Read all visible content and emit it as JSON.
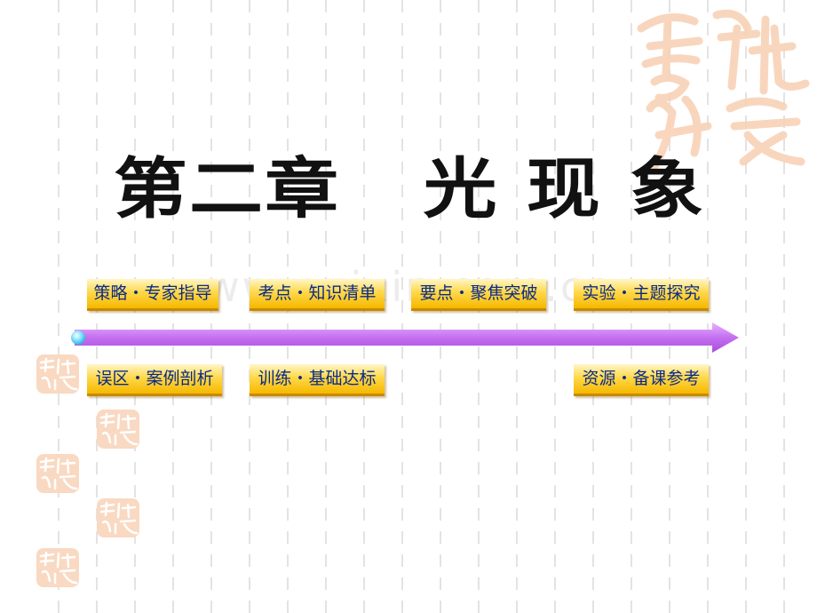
{
  "slide": {
    "title": "第二章   光 现 象",
    "watermark": "www.zixin.com.cn"
  },
  "menu": {
    "top": [
      "策略・专家指导",
      "考点・知识清单",
      "要点・聚焦突破",
      "实验・主题探究"
    ],
    "bottom": [
      "误区・案例剖析",
      "训练・基础达标",
      "资源・备课参考"
    ]
  },
  "colors": {
    "button_fill": "#ffd84a",
    "button_text": "#0a2a8a",
    "arrow": "#c56ff0",
    "seal": "#f6c8a8"
  },
  "icons": [
    "auspicious-seal-icon",
    "timeline-arrow-icon"
  ]
}
